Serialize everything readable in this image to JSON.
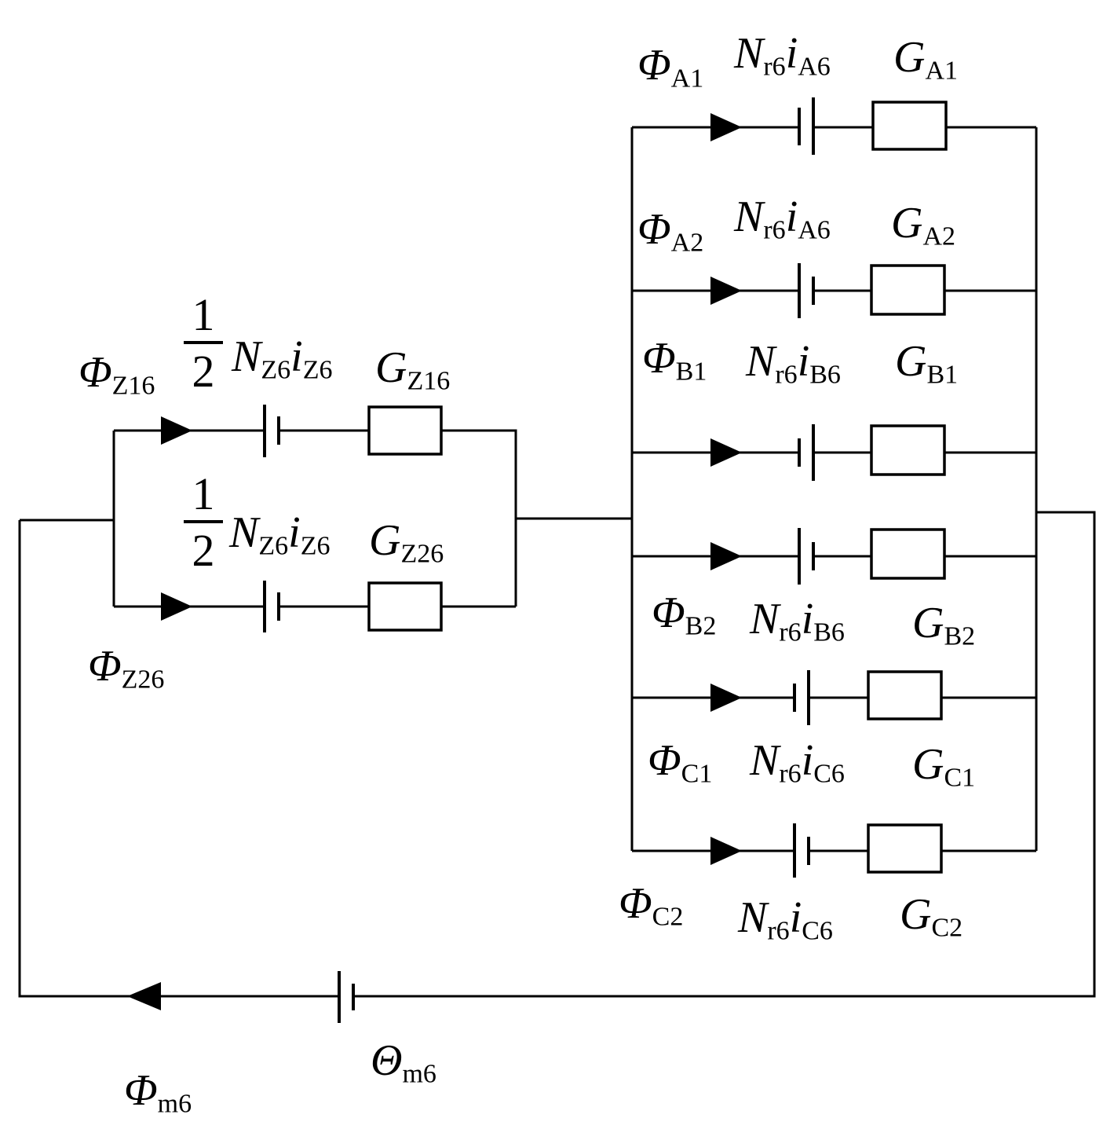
{
  "labels": {
    "phi_a1": {
      "sym": "Φ",
      "sub": "A1"
    },
    "mmf_a1": {
      "sym": "N",
      "sub1": "r6",
      "sym2": "i",
      "sub2": "A6"
    },
    "g_a1": {
      "sym": "G",
      "sub": "A1"
    },
    "phi_a2": {
      "sym": "Φ",
      "sub": "A2"
    },
    "mmf_a2": {
      "sym": "N",
      "sub1": "r6",
      "sym2": "i",
      "sub2": "A6"
    },
    "g_a2": {
      "sym": "G",
      "sub": "A2"
    },
    "phi_b1": {
      "sym": "Φ",
      "sub": "B1"
    },
    "mmf_b1": {
      "sym": "N",
      "sub1": "r6",
      "sym2": "i",
      "sub2": "B6"
    },
    "g_b1": {
      "sym": "G",
      "sub": "B1"
    },
    "phi_b2": {
      "sym": "Φ",
      "sub": "B2"
    },
    "mmf_b2": {
      "sym": "N",
      "sub1": "r6",
      "sym2": "i",
      "sub2": "B6"
    },
    "g_b2": {
      "sym": "G",
      "sub": "B2"
    },
    "phi_c1": {
      "sym": "Φ",
      "sub": "C1"
    },
    "mmf_c1": {
      "sym": "N",
      "sub1": "r6",
      "sym2": "i",
      "sub2": "C6"
    },
    "g_c1": {
      "sym": "G",
      "sub": "C1"
    },
    "phi_c2": {
      "sym": "Φ",
      "sub": "C2"
    },
    "mmf_c2": {
      "sym": "N",
      "sub1": "r6",
      "sym2": "i",
      "sub2": "C6"
    },
    "g_c2": {
      "sym": "G",
      "sub": "C2"
    },
    "phi_z16": {
      "sym": "Φ",
      "sub": "Z16"
    },
    "mmf_z16": {
      "frac_num": "1",
      "frac_den": "2",
      "sym": "N",
      "sub1": "Z6",
      "sym2": "i",
      "sub2": "Z6"
    },
    "g_z16": {
      "sym": "G",
      "sub": "Z16"
    },
    "phi_z26": {
      "sym": "Φ",
      "sub": "Z26"
    },
    "mmf_z26": {
      "frac_num": "1",
      "frac_den": "2",
      "sym": "N",
      "sub1": "Z6",
      "sym2": "i",
      "sub2": "Z6"
    },
    "g_z26": {
      "sym": "G",
      "sub": "Z26"
    },
    "phi_m6": {
      "sym": "Φ",
      "sub": "m6"
    },
    "theta_m6": {
      "sym": "Θ",
      "sub": "m6"
    }
  },
  "colors": {
    "line": "#000000",
    "subscript_accent": "#8a5a00"
  }
}
